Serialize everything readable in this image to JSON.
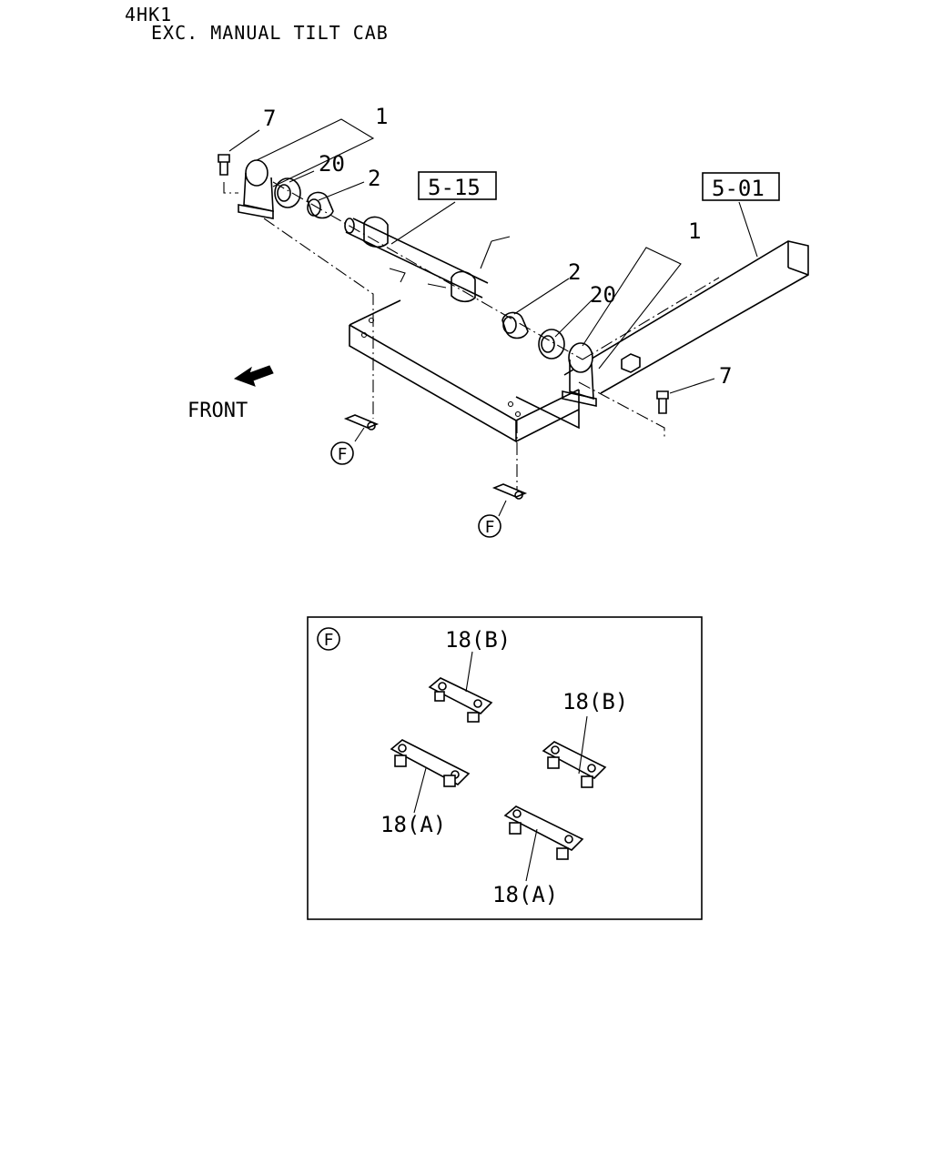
{
  "header": {
    "model": "4HK1",
    "variant": "EXC. MANUAL TILT CAB"
  },
  "labels": {
    "bolt_left": "7",
    "bracket_left": "1",
    "bush_outer_left": "20",
    "bush_inner_left": "2",
    "ref_center": "5-15",
    "ref_right": "5-01",
    "bracket_right": "1",
    "bush_inner_right": "2",
    "bush_outer_right": "20",
    "bolt_right": "7",
    "front": "FRONT",
    "detail_marker_1": "F",
    "detail_marker_2": "F"
  },
  "detail": {
    "marker": "F",
    "plate_b_1": "18(B)",
    "plate_b_2": "18(B)",
    "plate_a_1": "18(A)",
    "plate_a_2": "18(A)"
  }
}
